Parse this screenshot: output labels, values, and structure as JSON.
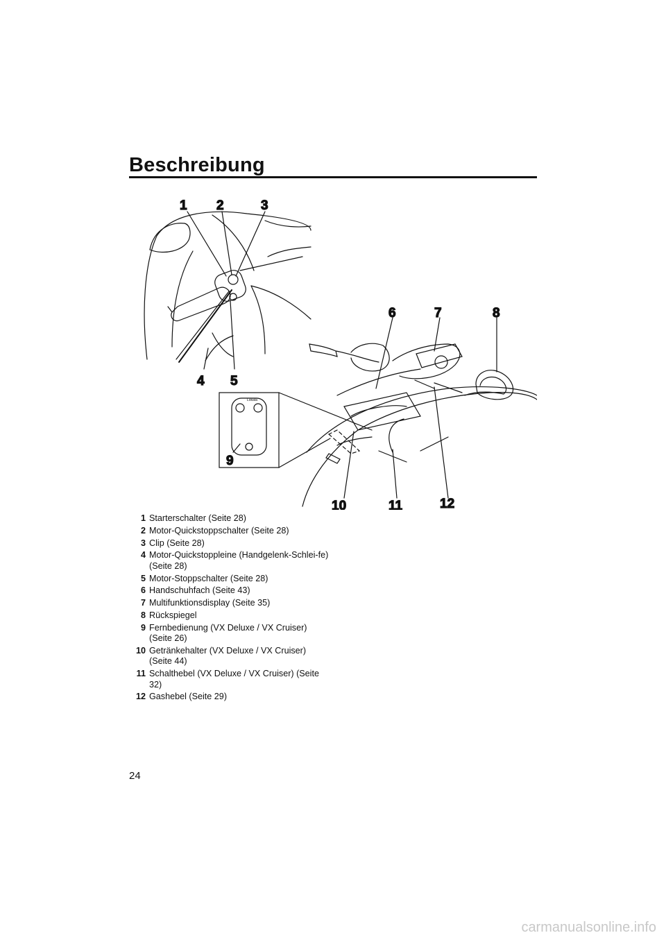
{
  "header": {
    "title": "Beschreibung"
  },
  "figure": {
    "callouts": [
      "1",
      "2",
      "3",
      "4",
      "5",
      "6",
      "7",
      "8",
      "9",
      "10",
      "11",
      "12"
    ],
    "remote_label": "Lokata"
  },
  "legend": [
    {
      "num": "1",
      "text": "Starterschalter (Seite 28)"
    },
    {
      "num": "2",
      "text": "Motor-Quickstoppschalter (Seite 28)"
    },
    {
      "num": "3",
      "text": "Clip (Seite 28)"
    },
    {
      "num": "4",
      "text": "Motor-Quickstoppleine (Handgelenk-Schlei-fe) (Seite 28)"
    },
    {
      "num": "5",
      "text": "Motor-Stoppschalter (Seite 28)"
    },
    {
      "num": "6",
      "text": "Handschuhfach (Seite 43)"
    },
    {
      "num": "7",
      "text": "Multifunktionsdisplay (Seite 35)"
    },
    {
      "num": "8",
      "text": "Rückspiegel"
    },
    {
      "num": "9",
      "text": "Fernbedienung (VX Deluxe / VX Cruiser) (Seite 26)"
    },
    {
      "num": "10",
      "text": "Getränkehalter (VX Deluxe / VX Cruiser) (Seite 44)"
    },
    {
      "num": "11",
      "text": "Schalthebel (VX Deluxe / VX Cruiser) (Seite 32)"
    },
    {
      "num": "12",
      "text": "Gashebel (Seite 29)"
    }
  ],
  "footer": {
    "page_number": "24",
    "watermark": "carmanualsonline.info"
  }
}
